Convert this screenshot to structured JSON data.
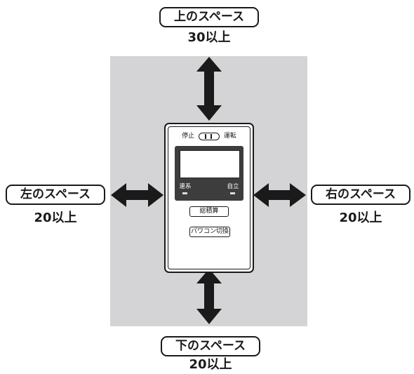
{
  "top": {
    "label": "上のスペース",
    "value": "30以上"
  },
  "left": {
    "label": "左のスペース",
    "value": "20以上"
  },
  "right": {
    "label": "右のスペース",
    "value": "20以上"
  },
  "bottom": {
    "label": "下のスペース",
    "value": "20以上"
  },
  "unit": {
    "stop_label": "停止",
    "run_label": "運転",
    "led_left_label": "連系",
    "led_right_label": "自立",
    "button_total": "総積算",
    "button_pc": "パワコン切換"
  },
  "colors": {
    "wall": "#d4d4d6",
    "arrow": "#1a1a1a",
    "panel": "#3d3d3d"
  }
}
